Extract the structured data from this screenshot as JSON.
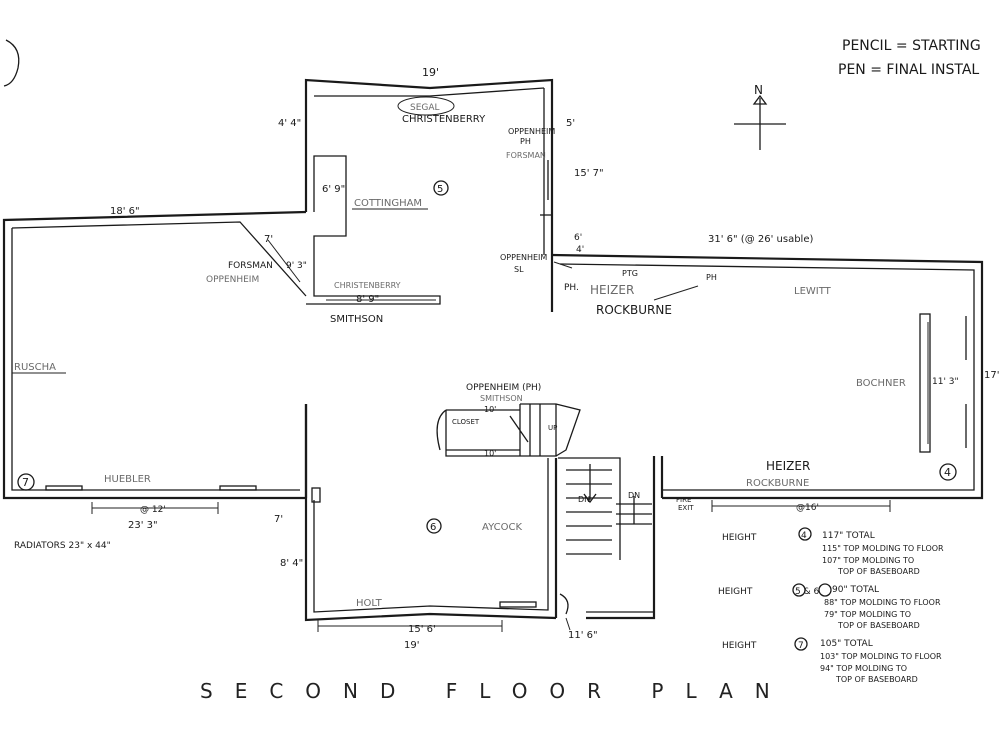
{
  "legend": {
    "line1": "PENCIL = STARTING",
    "line2": "PEN = FINAL INSTAL"
  },
  "compass": {
    "north": "N"
  },
  "title": "SECOND FLOOR PLAN",
  "rooms": {
    "r5": "5",
    "r6": "6",
    "r4": "4",
    "r7": "7"
  },
  "dimensions": {
    "top_19": "19'",
    "d_4_4": "4' 4\"",
    "d_5": "5'",
    "d_15_7": "15' 7\"",
    "d_6_9": "6' 9\"",
    "d_18_6": "18' 6\"",
    "d_7": "7'",
    "d_9_3": "9' 3\"",
    "d_8_9": "8' 9\"",
    "d_6": "6'",
    "d_4": "4'",
    "d_31_6": "31' 6\"  (@ 26' usable)",
    "d_17": "17'",
    "d_11_3": "11' 3\"",
    "d_10a": "10'",
    "d_10b": "10'",
    "d_at12": "@ 12'",
    "d_23_3": "23' 3\"",
    "d_7b": "7'",
    "d_8_4": "8' 4\"",
    "d_15_6": "15' 6'",
    "d_19b": "19'",
    "d_11_6": "11' 6\"",
    "d_at16": "@16'"
  },
  "labels": {
    "segal": "SEGAL",
    "christenberry_top": "CHRISTENBERRY",
    "oppenheim_ph_top": "OPPENHEIM",
    "ph_top": "PH",
    "forsman_right": "FORSMAN",
    "cottingham": "COTTINGHAM",
    "forsman_left": "FORSMAN",
    "oppenheim_left": "OPPENHEIM",
    "christenberry_bottom": "CHRISTENBERRY",
    "smithson_top": "SMITHSON",
    "oppenheim_sl": "OPPENHEIM",
    "sl": "SL",
    "ptg": "PTG",
    "ph_a": "PH.",
    "heizer_top": "HEIZER",
    "rockburne_top": "ROCKBURNE",
    "ph_b": "PH",
    "lewitt": "LEWITT",
    "bochner": "BOCHNER",
    "ruscha": "RUSCHA",
    "oppenheim_ph_mid": "OPPENHEIM (PH)",
    "smithson_mid": "SMITHSON",
    "closet": "CLOSET",
    "up": "UP",
    "huebler": "HUEBLER",
    "dn_a": "DN",
    "dn_b": "DN",
    "fire_exit_1": "FIRE",
    "fire_exit_2": "EXIT",
    "heizer_bottom": "HEIZER",
    "rockburne_bottom": "ROCKBURNE",
    "aycock": "AYCOCK",
    "holt": "HOLT",
    "radiators": "RADIATORS  23\" x 44\""
  },
  "heights": [
    {
      "room": "4",
      "lines": [
        "117\"  TOTAL",
        "115\"  TOP MOLDING TO FLOOR",
        "107\"  TOP MOLDING TO",
        "TOP OF BASEBOARD"
      ]
    },
    {
      "room": "5 & 6",
      "lines": [
        "90\"  TOTAL",
        "88\"  TOP MOLDING TO FLOOR",
        "79\"  TOP MOLDING TO",
        "TOP OF BASEBOARD"
      ]
    },
    {
      "room": "7",
      "lines": [
        "105\"  TOTAL",
        "103\"  TOP MOLDING TO FLOOR",
        "94\"  TOP MOLDING TO",
        "TOP OF BASEBOARD"
      ]
    }
  ],
  "height_label": "HEIGHT"
}
